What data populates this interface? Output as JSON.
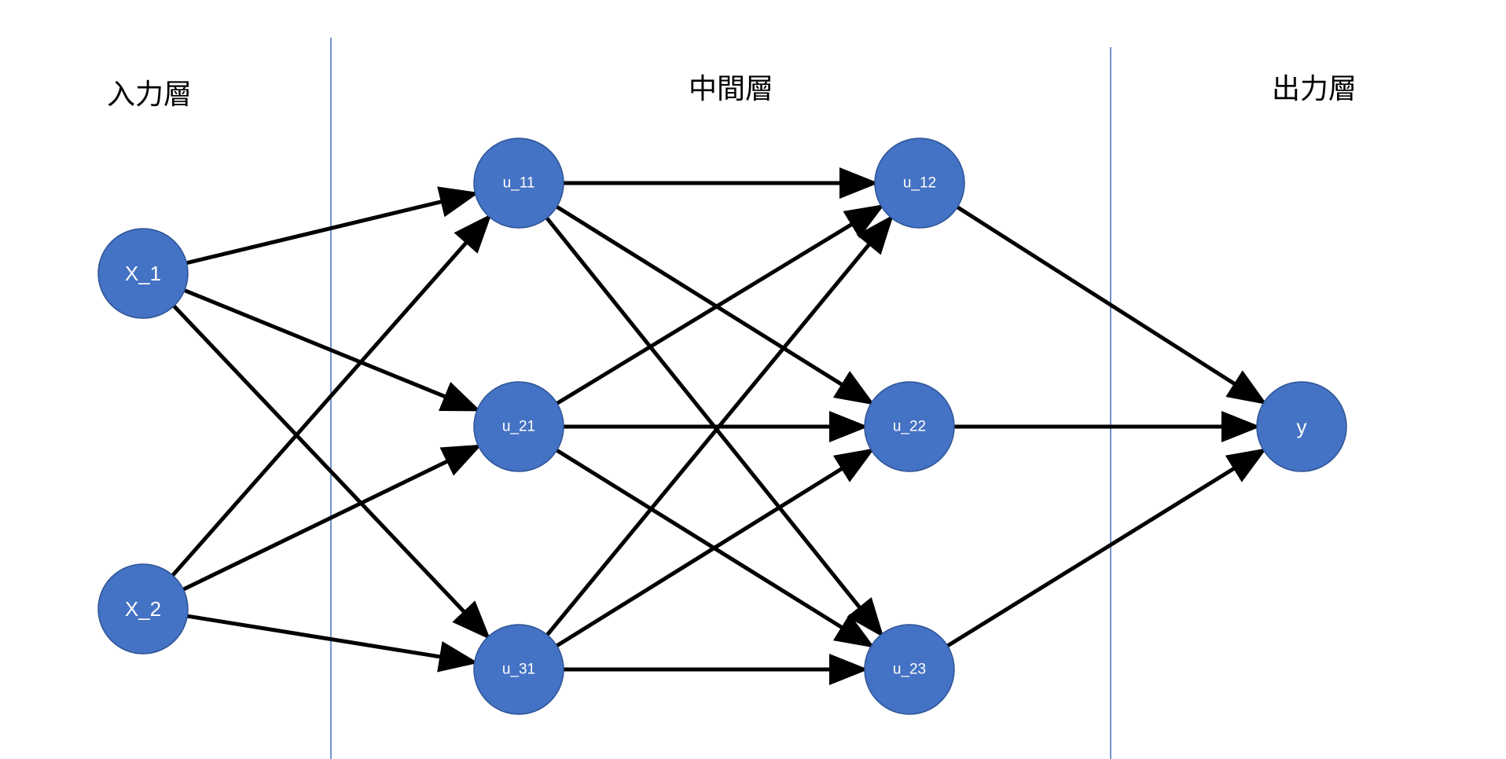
{
  "layers": {
    "input": "入力層",
    "hidden": "中間層",
    "output": "出力層"
  },
  "nodes": {
    "x1": "X_1",
    "x2": "X_2",
    "u11": "u_11",
    "u21": "u_21",
    "u31": "u_31",
    "u12": "u_12",
    "u22": "u_22",
    "u23": "u_23",
    "y": "y"
  },
  "colors": {
    "node_fill": "#4472C4",
    "node_stroke": "#2F5597",
    "node_text": "#FFFFFF",
    "arrow": "#000000",
    "divider": "#4472C4"
  },
  "edges": [
    [
      "x1",
      "u11"
    ],
    [
      "x1",
      "u21"
    ],
    [
      "x1",
      "u31"
    ],
    [
      "x2",
      "u11"
    ],
    [
      "x2",
      "u21"
    ],
    [
      "x2",
      "u31"
    ],
    [
      "u11",
      "u12"
    ],
    [
      "u11",
      "u22"
    ],
    [
      "u11",
      "u23"
    ],
    [
      "u21",
      "u12"
    ],
    [
      "u21",
      "u22"
    ],
    [
      "u21",
      "u23"
    ],
    [
      "u31",
      "u12"
    ],
    [
      "u31",
      "u22"
    ],
    [
      "u31",
      "u23"
    ],
    [
      "u12",
      "y"
    ],
    [
      "u22",
      "y"
    ],
    [
      "u23",
      "y"
    ]
  ]
}
